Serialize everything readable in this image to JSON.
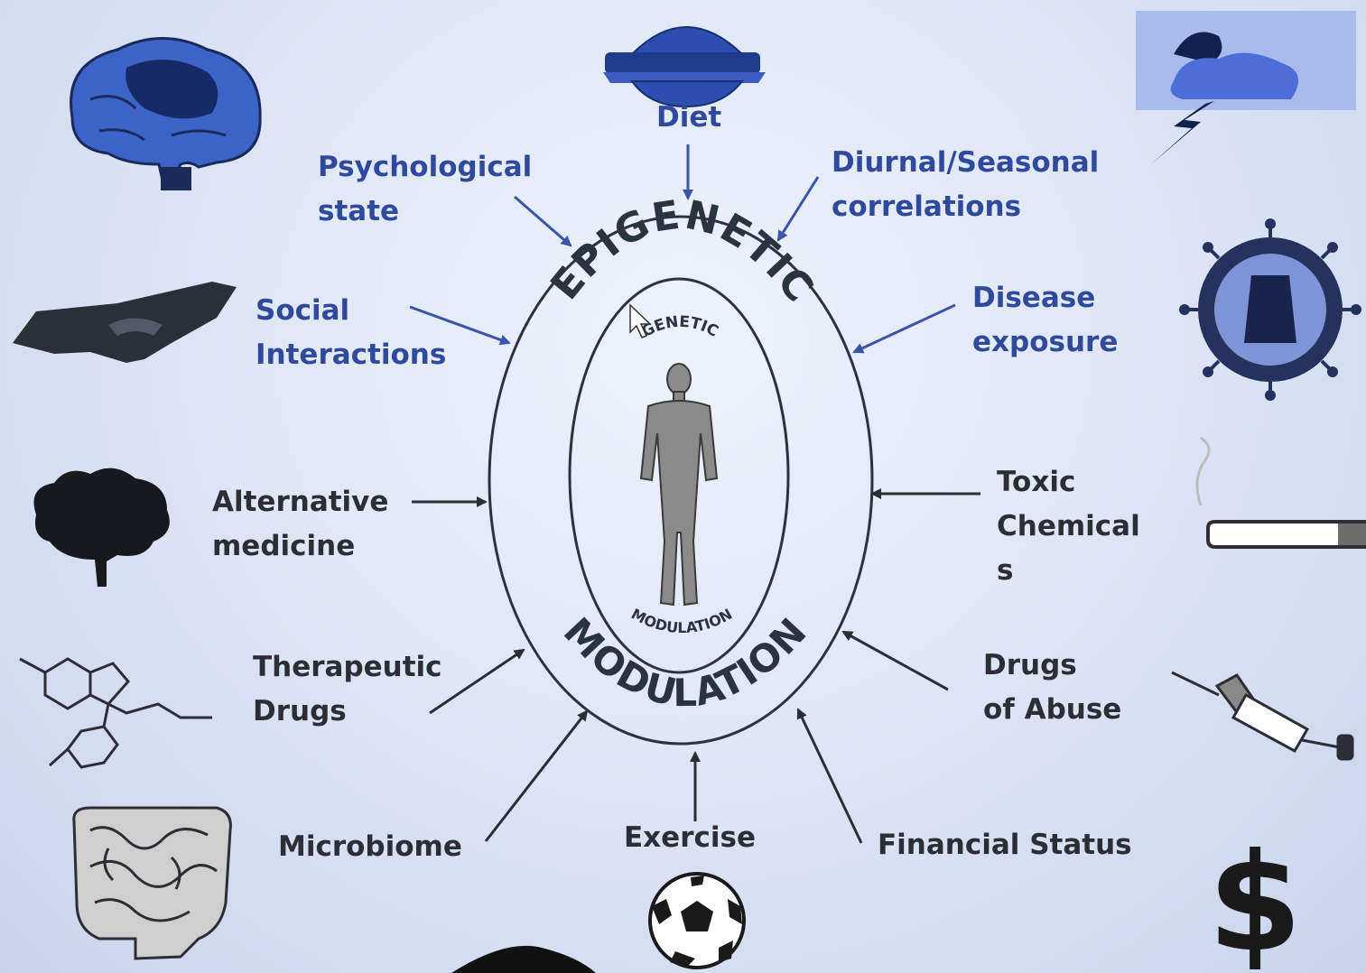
{
  "diagram": {
    "outer_ring": {
      "top_label": "EPIGENETIC",
      "bottom_label": "MODULATION"
    },
    "inner_ring": {
      "top_label": "GENETIC",
      "bottom_label": "MODULATION"
    },
    "factors": {
      "diet": "Diet",
      "psychological": "Psychological\nstate",
      "diurnal": "Diurnal/Seasonal\ncorrelations",
      "social": "Social\nInteractions",
      "disease": "Disease\nexposure",
      "alternative": "Alternative\nmedicine",
      "toxic": "Toxic\nChemical\ns",
      "therapeutic": "Therapeutic\nDrugs",
      "abuse": "Drugs\nof Abuse",
      "microbiome": "Microbiome",
      "exercise": "Exercise",
      "financial": "Financial Status"
    },
    "icons": {
      "diet": "burger-icon",
      "psychological": "brain-icon",
      "diurnal": "weather-icon",
      "social": "handshake-icon",
      "disease": "virus-icon",
      "alternative": "herb-icon",
      "toxic": "cigarette-icon",
      "therapeutic": "molecule-icon",
      "abuse": "syringe-icon",
      "microbiome": "intestine-icon",
      "exercise": "soccer-ball-icon",
      "financial": "dollar-icon",
      "center": "human-figure-icon"
    },
    "financial_symbol": "$",
    "colors": {
      "blue_text": "#2f4a9c",
      "dark_text": "#2d2d36",
      "ring": "#2a3340"
    }
  }
}
